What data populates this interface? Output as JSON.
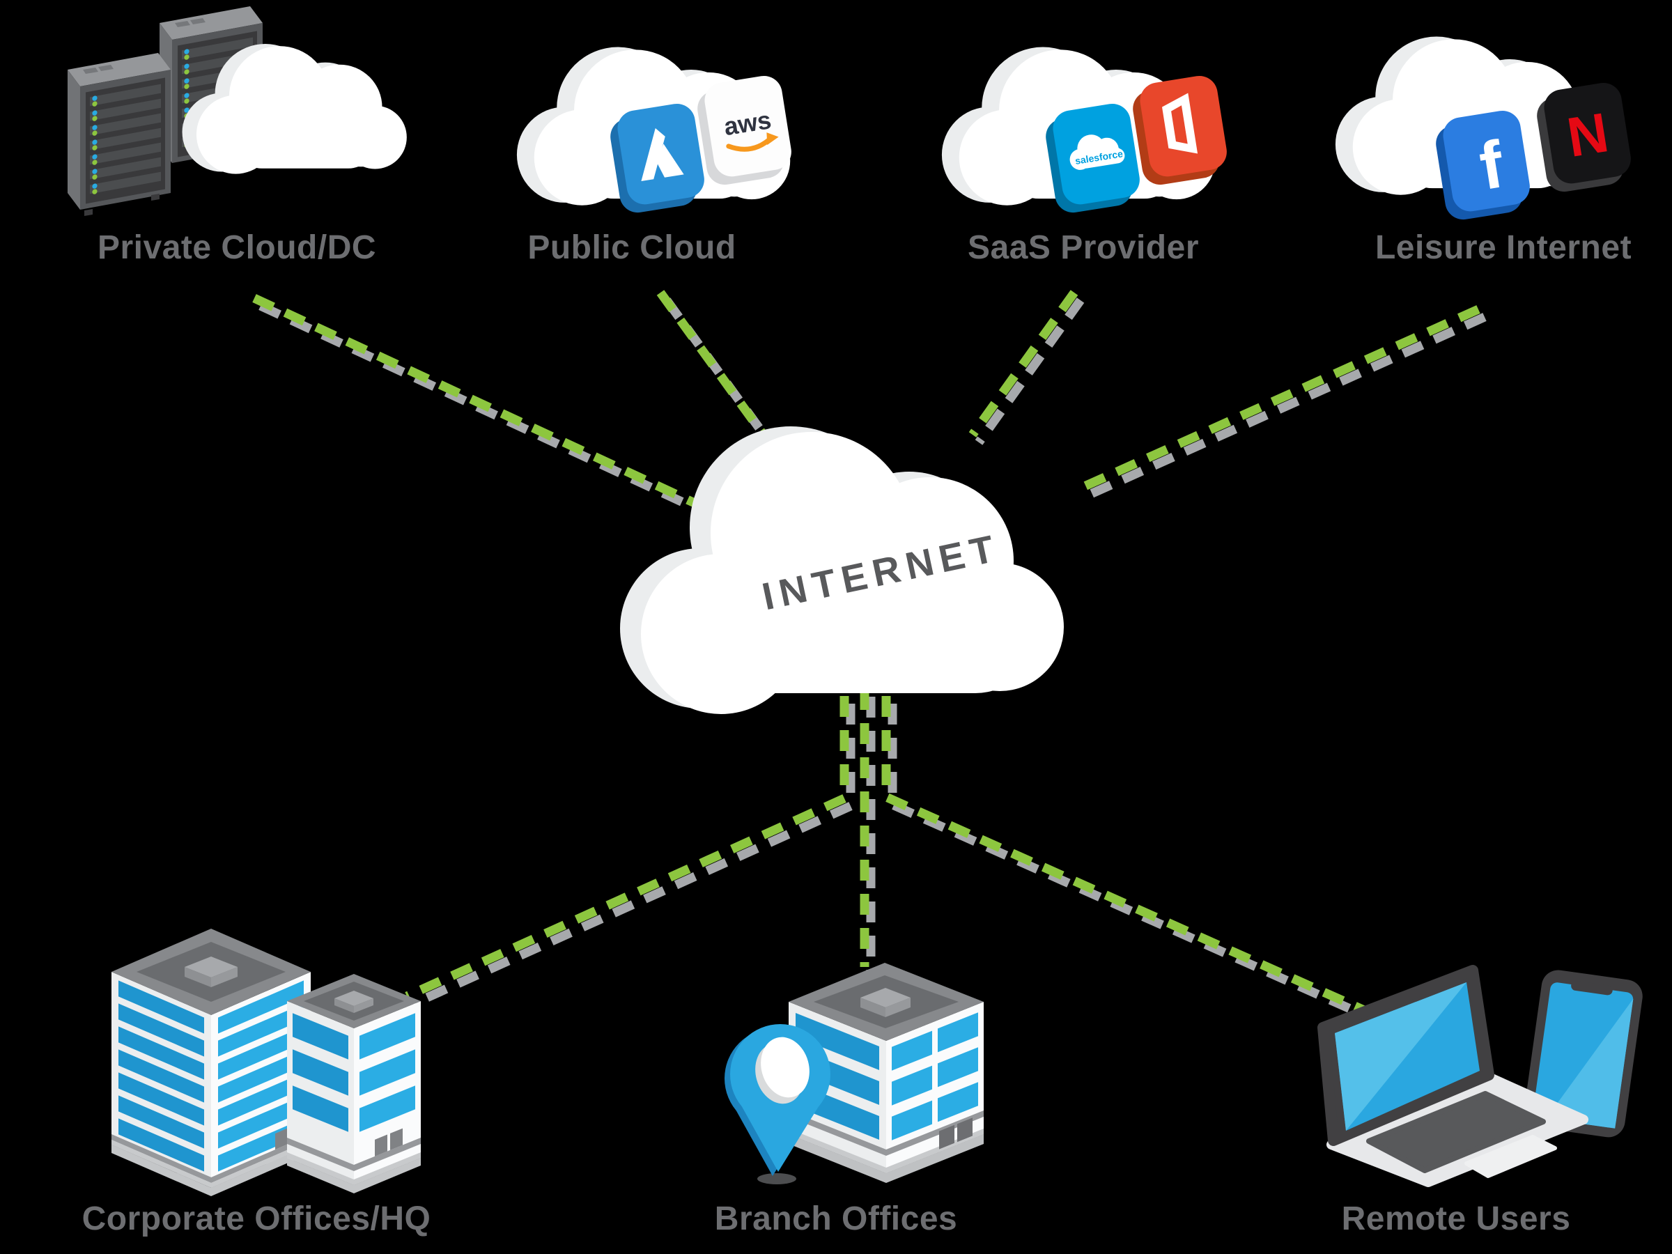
{
  "hub": {
    "label": "INTERNET"
  },
  "nodes": [
    {
      "id": "private-cloud-dc",
      "label": "Private Cloud/DC"
    },
    {
      "id": "public-cloud",
      "label": "Public Cloud"
    },
    {
      "id": "saas-provider",
      "label": "SaaS Provider"
    },
    {
      "id": "leisure-internet",
      "label": "Leisure Internet"
    },
    {
      "id": "corporate-offices-hq",
      "label": "Corporate Offices/HQ"
    },
    {
      "id": "branch-offices",
      "label": "Branch Offices"
    },
    {
      "id": "remote-users",
      "label": "Remote Users"
    }
  ],
  "logos": {
    "aws": "aws",
    "salesforce": "salesforce",
    "facebook": "f",
    "netflix": "N"
  },
  "icons": [
    "server-racks-icon",
    "cloud-icon",
    "azure-icon",
    "aws-icon",
    "salesforce-icon",
    "office365-icon",
    "facebook-icon",
    "netflix-icon",
    "internet-cloud-icon",
    "office-buildings-icon",
    "branch-building-icon",
    "location-pin-icon",
    "laptop-icon",
    "smartphone-icon"
  ],
  "colors": {
    "background": "#000000",
    "link_green": "#8dc63f",
    "link_shadow": "#a7a9ac",
    "label_text": "#6d6e71",
    "hub_text": "#58595b",
    "cloud_white": "#ffffff",
    "azure_blue": "#2a91d8",
    "aws_orange": "#f7981d",
    "salesforce_blue": "#00a1e0",
    "office_red": "#e8472b",
    "facebook_blue": "#2b7de1",
    "netflix_red": "#e50914",
    "screen_blue": "#2aa7e0",
    "window_blue": "#29abe2",
    "led_green": "#8dc63f",
    "led_blue": "#29abe2"
  }
}
